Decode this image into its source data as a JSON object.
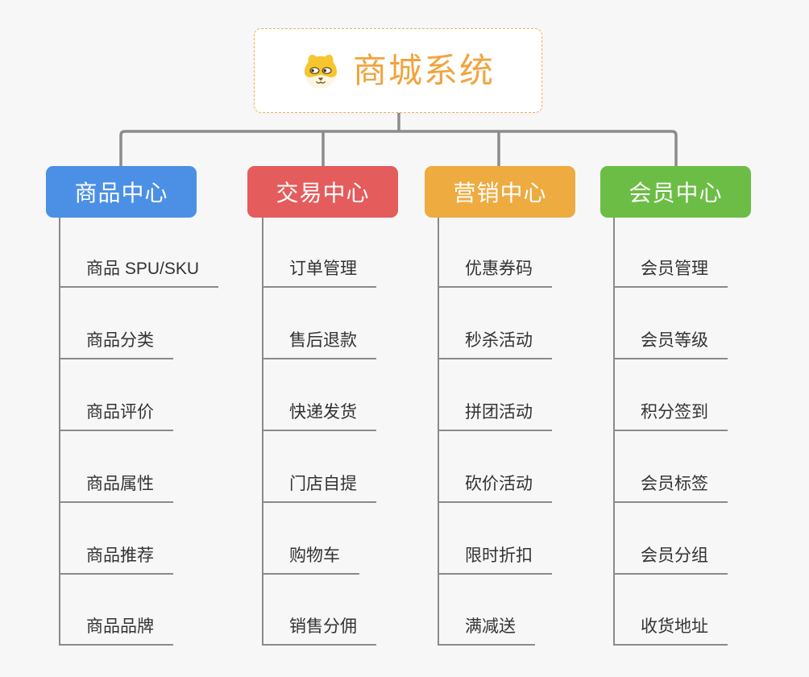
{
  "root": {
    "title": "商城系统",
    "title_color": "#f0a43e",
    "icon": "dog-face-icon",
    "border_color": "#efb357"
  },
  "branches": [
    {
      "id": "product-center",
      "label": "商品中心",
      "color": "#4b90e5",
      "items": [
        "商品 SPU/SKU",
        "商品分类",
        "商品评价",
        "商品属性",
        "商品推荐",
        "商品品牌"
      ]
    },
    {
      "id": "trade-center",
      "label": "交易中心",
      "color": "#e45c5c",
      "items": [
        "订单管理",
        "售后退款",
        "快递发货",
        "门店自提",
        "购物车",
        "销售分佣"
      ]
    },
    {
      "id": "marketing-center",
      "label": "营销中心",
      "color": "#edab40",
      "items": [
        "优惠券码",
        "秒杀活动",
        "拼团活动",
        "砍价活动",
        "限时折扣",
        "满减送"
      ]
    },
    {
      "id": "member-center",
      "label": "会员中心",
      "color": "#6cbd45",
      "items": [
        "会员管理",
        "会员等级",
        "积分签到",
        "会员标签",
        "会员分组",
        "收货地址"
      ]
    }
  ],
  "style": {
    "connector_color": "#8c8c8c",
    "underline_color": "#8a8a8a",
    "item_text_color": "#333333",
    "background": "#f7f7f7"
  }
}
